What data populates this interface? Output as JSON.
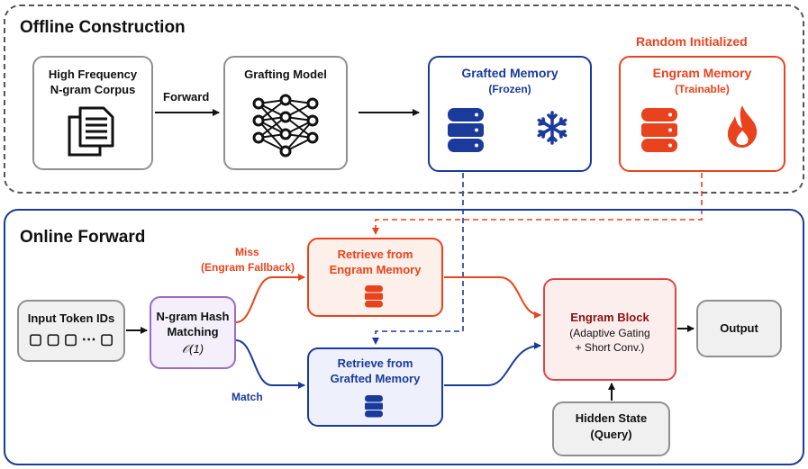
{
  "offline": {
    "title": "Offline Construction",
    "corpus_line1": "High Frequency",
    "corpus_line2": "N-gram Corpus",
    "forward_label": "Forward",
    "grafting_model": "Grafting Model",
    "grafted_memory": "Grafted Memory",
    "grafted_state": "(Frozen)",
    "random_init": "Random Initialized",
    "engram_memory": "Engram Memory",
    "engram_state": "(Trainable)"
  },
  "online": {
    "title": "Online Forward",
    "input": "Input Token IDs",
    "input_tokens": "▢ ▢ ▢ ⋯ ▢",
    "hash_line1": "N-gram Hash",
    "hash_line2": "Matching",
    "hash_complexity": "𝒪(1)",
    "miss_line1": "Miss",
    "miss_line2": "(Engram Fallback)",
    "match": "Match",
    "retrieve_engram_1": "Retrieve from",
    "retrieve_engram_2": "Engram Memory",
    "retrieve_grafted_1": "Retrieve from",
    "retrieve_grafted_2": "Grafted Memory",
    "block_title": "Engram Block",
    "block_line1": "(Adaptive Gating",
    "block_line2": "+ Short Conv.)",
    "output": "Output",
    "hidden_line1": "Hidden State",
    "hidden_line2": "(Query)"
  },
  "colors": {
    "blue": "#1a3a9c",
    "orange": "#e8431c",
    "purple": "#9b6cc4",
    "gray": "#8f8f8f"
  },
  "icons": [
    "document-icon",
    "neural-network-icon",
    "database-icon",
    "snowflake-icon",
    "flame-icon"
  ]
}
